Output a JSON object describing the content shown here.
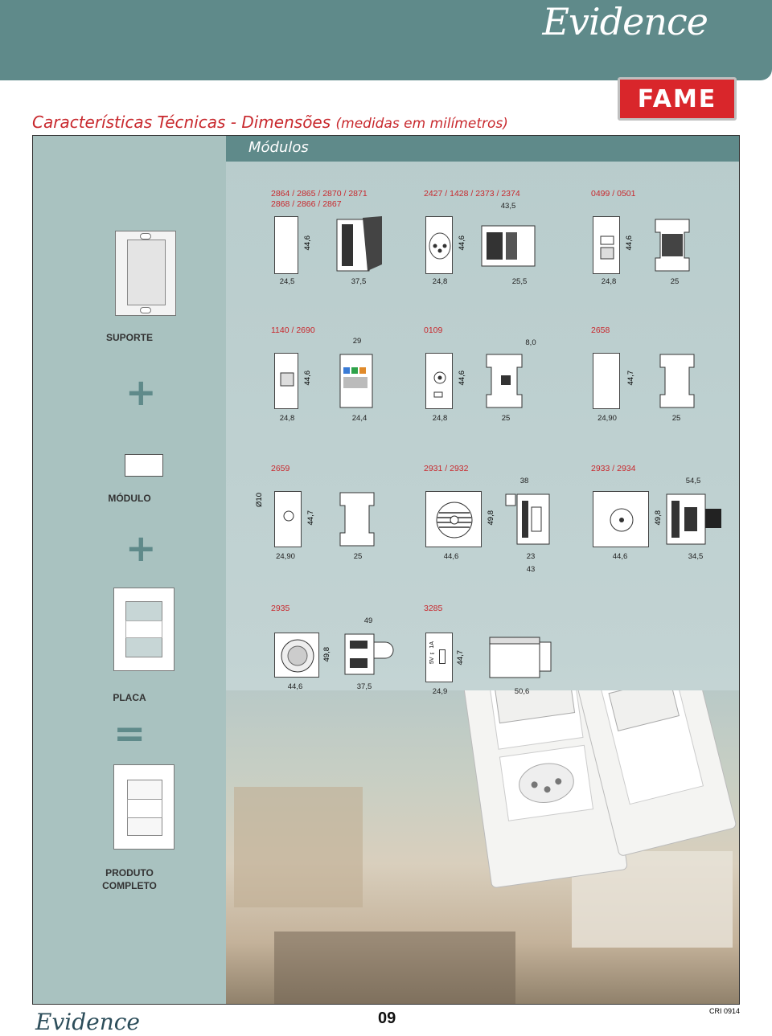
{
  "header": {
    "brand": "Evidence",
    "maker_logo": "FAME",
    "title": "Características Técnicas - Dimensões",
    "subtitle": "(medidas em milímetros)"
  },
  "section": {
    "label": "Módulos"
  },
  "side": {
    "suporte": "SUPORTE",
    "modulo": "MÓDULO",
    "placa": "PLACA",
    "produto_1": "PRODUTO",
    "produto_2": "COMPLETO",
    "plus": "+",
    "equals": "="
  },
  "row1": [
    {
      "codes": [
        "2864 / 2865 / 2870 / 2871",
        "2868 / 2866 / 2867"
      ],
      "h": "44,6",
      "w1": "24,5",
      "w2": "37,5"
    },
    {
      "codes": [
        "2427 / 1428 / 2373 / 2374"
      ],
      "top": "43,5",
      "h": "44,6",
      "w1": "24,8",
      "w2": "25,5"
    },
    {
      "codes": [
        "0499 / 0501"
      ],
      "h": "44,6",
      "w1": "24,8",
      "w2": "25"
    }
  ],
  "row2": [
    {
      "codes": [
        "1140 / 2690"
      ],
      "top": "29",
      "h": "44,6",
      "w1": "24,8",
      "w2": "24,4"
    },
    {
      "codes": [
        "0109"
      ],
      "top": "8,0",
      "h": "44,6",
      "w1": "24,8",
      "w2": "25"
    },
    {
      "codes": [
        "2658"
      ],
      "h": "44,7",
      "w1": "24,90",
      "w2": "25"
    }
  ],
  "row3": [
    {
      "codes": [
        "2659"
      ],
      "dia": "Ø10",
      "h": "44,7",
      "w1": "24,90",
      "w2": "25"
    },
    {
      "codes": [
        "2931 / 2932"
      ],
      "top": "38",
      "h": "49,8",
      "w1": "44,6",
      "w2": "23",
      "w3": "43"
    },
    {
      "codes": [
        "2933 / 2934"
      ],
      "top": "54,5",
      "h": "49,8",
      "w1": "44,6",
      "w2": "34,5"
    }
  ],
  "row4": [
    {
      "codes": [
        "2935"
      ],
      "top": "49",
      "h": "49,8",
      "w1": "44,6",
      "w2": "37,5"
    },
    {
      "codes": [
        "3285"
      ],
      "h": "44,7",
      "w1": "24,9",
      "w2": "50,6",
      "usb": "5V ⎓ 1A"
    }
  ],
  "footer": {
    "brand": "Evidence",
    "page": "09",
    "ref": "CRI 0914"
  }
}
